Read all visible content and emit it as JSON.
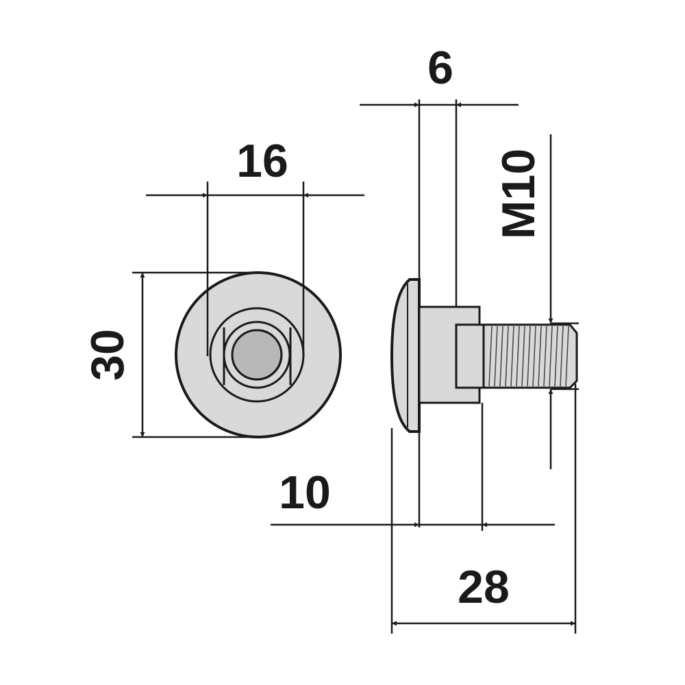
{
  "dimensions": {
    "head_diameter": "30",
    "square_width": "16",
    "head_height": "6",
    "thread": "M10",
    "shank_length": "10",
    "total_length": "28"
  },
  "colors": {
    "line": "#1a1a1a",
    "fill_body": "#d9d9d9",
    "fill_center": "#b8b8b8",
    "background": "#ffffff"
  }
}
